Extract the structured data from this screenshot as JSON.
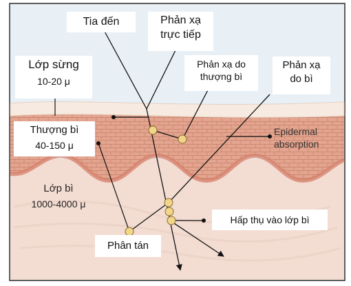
{
  "labels": {
    "incident": "Tia đến",
    "direct_reflection": [
      "Phản xạ",
      "trực tiếp"
    ],
    "epidermal_reflection": [
      "Phản xạ do",
      "thượng bì"
    ],
    "dermal_reflection": [
      "Phản xạ",
      "do bì"
    ],
    "stratum_corneum": {
      "name": "Lớp sừng",
      "thickness": "10-20 μ"
    },
    "epidermis": {
      "name": "Thượng bì",
      "thickness": "40-150 μ"
    },
    "dermis": {
      "name": "Lớp bì",
      "thickness": "1000-4000 μ"
    },
    "epidermal_absorption": [
      "Epidermal",
      "absorption"
    ],
    "dermal_absorption": "Hấp thụ vào lớp bì",
    "scattering": "Phân tán"
  },
  "colors": {
    "frame": "#2a2a2a",
    "background": "#e8f0f6",
    "corneum": "#f7ebe1",
    "epidermis_cells": "#e3a58f",
    "cell_lines": "#c77f69",
    "dermis": "#f3dcd2",
    "ray": "#111111",
    "scatter_point": "#f0d58a"
  }
}
